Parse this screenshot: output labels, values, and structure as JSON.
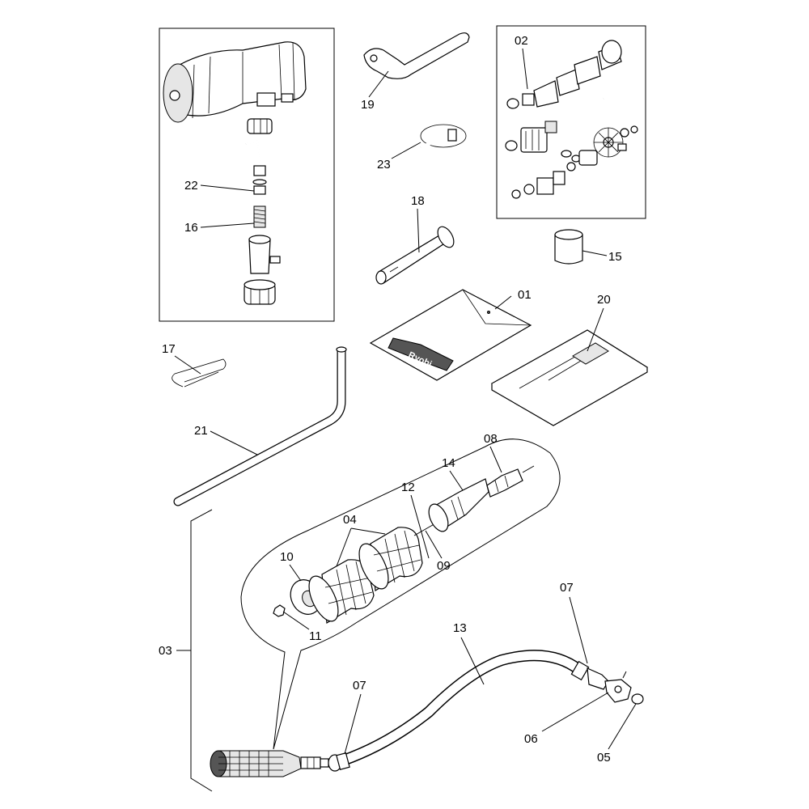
{
  "diagram": {
    "title": "Exploded parts diagram",
    "brand_logo_text": "Ryobi",
    "labels": {
      "p02": "02",
      "p19": "19",
      "p23": "23",
      "p22": "22",
      "p16": "16",
      "p18": "18",
      "p15": "15",
      "p01": "01",
      "p20": "20",
      "p17": "17",
      "p21": "21",
      "p08": "08",
      "p14": "14",
      "p12": "12",
      "p04": "04",
      "p10": "10",
      "p09": "09",
      "p11": "11",
      "p03": "03",
      "p07a": "07",
      "p07b": "07",
      "p13": "13",
      "p06": "06",
      "p05": "05"
    }
  }
}
